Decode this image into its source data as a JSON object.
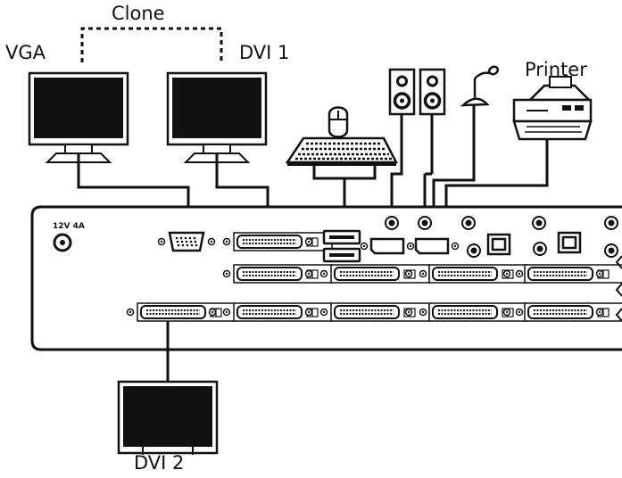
{
  "labels": {
    "clone": "Clone",
    "vga": "VGA",
    "dvi1": "DVI 1",
    "printer": "Printer",
    "dvi2": "DVI 2",
    "power": "12V 4A"
  },
  "colors": {
    "line": "#111111",
    "fill": "#ffffff",
    "screen": "#111111"
  },
  "icons": [
    "monitor",
    "keyboard",
    "mouse",
    "speakers",
    "microphone",
    "printer",
    "vga-port",
    "dvi-port",
    "usb-port",
    "usb-b-port",
    "audio-jack",
    "power-jack"
  ]
}
